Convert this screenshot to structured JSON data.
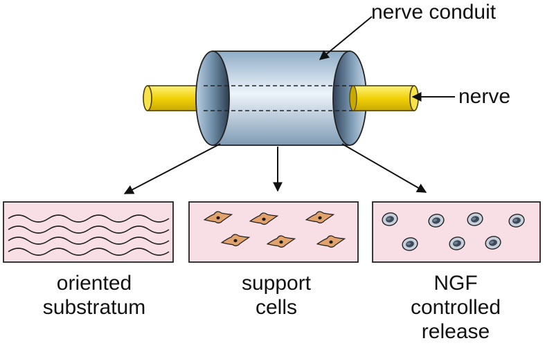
{
  "diagram": {
    "labels": {
      "conduit": "nerve conduit",
      "nerve": "nerve"
    },
    "panels": [
      {
        "id": "oriented-substratum",
        "caption_lines": [
          "oriented",
          "substratum"
        ],
        "content": "wavy-lines",
        "count": 4
      },
      {
        "id": "support-cells",
        "caption_lines": [
          "support",
          "cells"
        ],
        "content": "spindle-cells",
        "count": 6
      },
      {
        "id": "ngf-controlled-release",
        "caption_lines": [
          "NGF",
          "controlled",
          "release"
        ],
        "content": "microspheres",
        "count": 7
      }
    ],
    "colors": {
      "nerve_fill": "#f1d20a",
      "nerve_stroke": "#4a3f00",
      "conduit_light": "#eef4fb",
      "conduit_mid": "#b9d1e6",
      "conduit_dark": "#6f8ea8",
      "conduit_end_dark": "#2f4358",
      "panel_fill": "#f7dfe5",
      "cell_fill": "#e2a26b",
      "sphere_fill": "#a9b6c5",
      "sphere_ring": "#c7d0db",
      "outline": "#222222"
    }
  }
}
